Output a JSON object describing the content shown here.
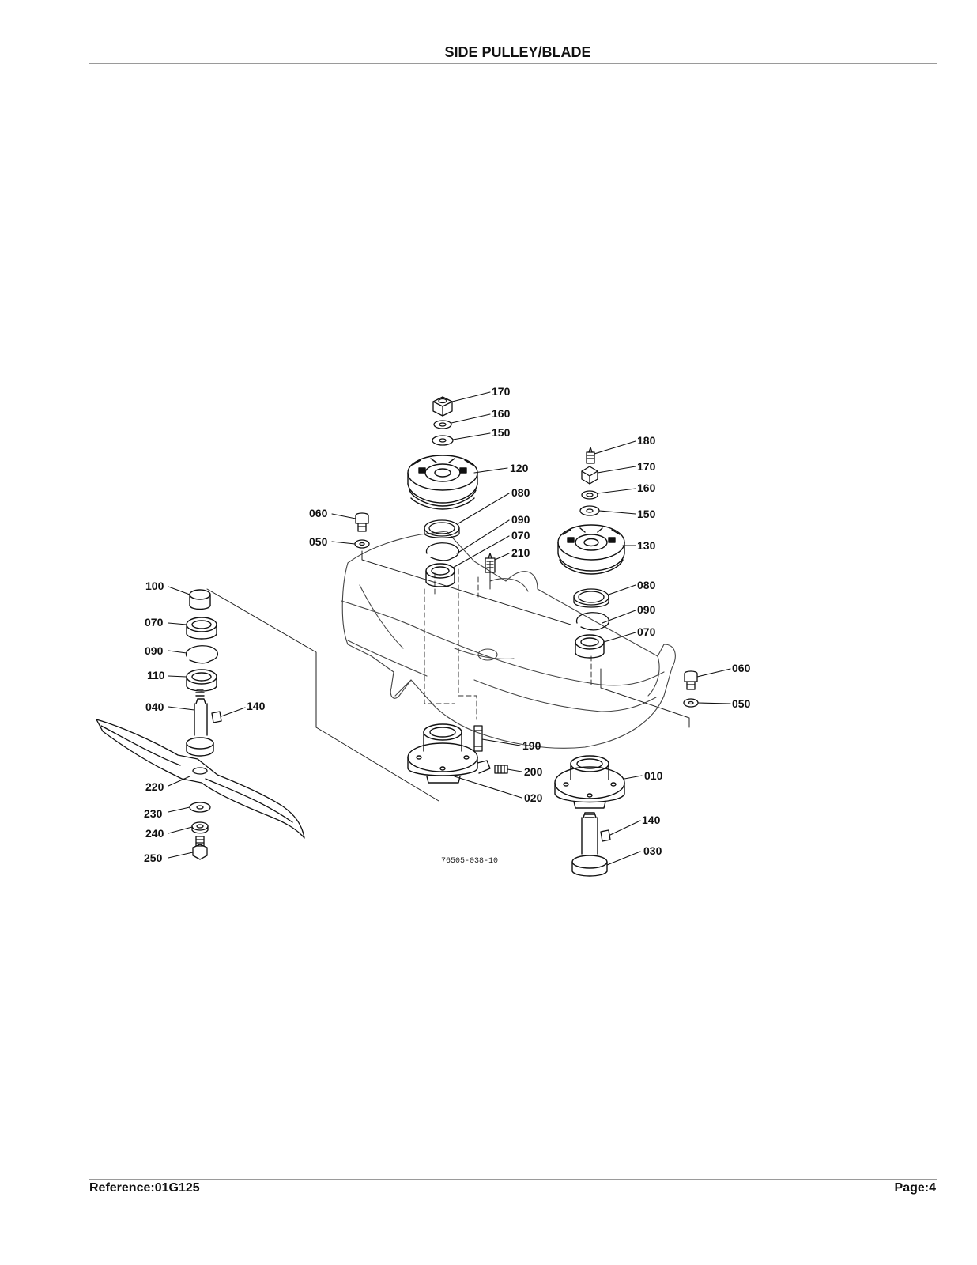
{
  "header": {
    "title": "SIDE PULLEY/BLADE"
  },
  "footer": {
    "reference": "Reference:01G125",
    "page": "Page:4"
  },
  "diagram": {
    "drawing_number": "76505-038-10",
    "callouts": [
      {
        "id": "c-170a",
        "label": "170"
      },
      {
        "id": "c-160a",
        "label": "160"
      },
      {
        "id": "c-150a",
        "label": "150"
      },
      {
        "id": "c-120",
        "label": "120"
      },
      {
        "id": "c-080a",
        "label": "080"
      },
      {
        "id": "c-090a",
        "label": "090"
      },
      {
        "id": "c-070a",
        "label": "070"
      },
      {
        "id": "c-210",
        "label": "210"
      },
      {
        "id": "c-060a",
        "label": "060"
      },
      {
        "id": "c-050a",
        "label": "050"
      },
      {
        "id": "c-180",
        "label": "180"
      },
      {
        "id": "c-170b",
        "label": "170"
      },
      {
        "id": "c-160b",
        "label": "160"
      },
      {
        "id": "c-150b",
        "label": "150"
      },
      {
        "id": "c-130",
        "label": "130"
      },
      {
        "id": "c-080b",
        "label": "080"
      },
      {
        "id": "c-090b",
        "label": "090"
      },
      {
        "id": "c-070b",
        "label": "070"
      },
      {
        "id": "c-060b",
        "label": "060"
      },
      {
        "id": "c-050b",
        "label": "050"
      },
      {
        "id": "c-100",
        "label": "100"
      },
      {
        "id": "c-070c",
        "label": "070"
      },
      {
        "id": "c-090c",
        "label": "090"
      },
      {
        "id": "c-110",
        "label": "110"
      },
      {
        "id": "c-040",
        "label": "040"
      },
      {
        "id": "c-140a",
        "label": "140"
      },
      {
        "id": "c-220",
        "label": "220"
      },
      {
        "id": "c-230",
        "label": "230"
      },
      {
        "id": "c-240",
        "label": "240"
      },
      {
        "id": "c-250",
        "label": "250"
      },
      {
        "id": "c-190",
        "label": "190"
      },
      {
        "id": "c-200",
        "label": "200"
      },
      {
        "id": "c-020",
        "label": "020"
      },
      {
        "id": "c-010",
        "label": "010"
      },
      {
        "id": "c-140b",
        "label": "140"
      },
      {
        "id": "c-030",
        "label": "030"
      }
    ]
  }
}
